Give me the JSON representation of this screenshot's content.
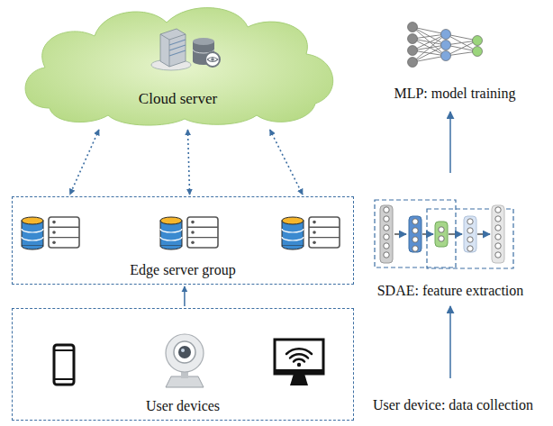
{
  "diagram": {
    "nodes": [
      {
        "text": [
          "Cloud server"
        ]
      },
      {
        "text": [
          "Edge server group"
        ]
      },
      {
        "text": [
          "User devices"
        ]
      }
    ],
    "edges": [
      {
        "from": 0,
        "to": 1,
        "arrow": "both"
      },
      {
        "from": 0,
        "to": 1,
        "arrow": "both"
      },
      {
        "from": 0,
        "to": 1,
        "arrow": "both"
      },
      {
        "from": 2,
        "to": 1,
        "arrow": "to"
      }
    ],
    "labels": [
      "MLP: model training",
      "SDAE: feature extraction",
      "User device: data collection"
    ]
  }
}
